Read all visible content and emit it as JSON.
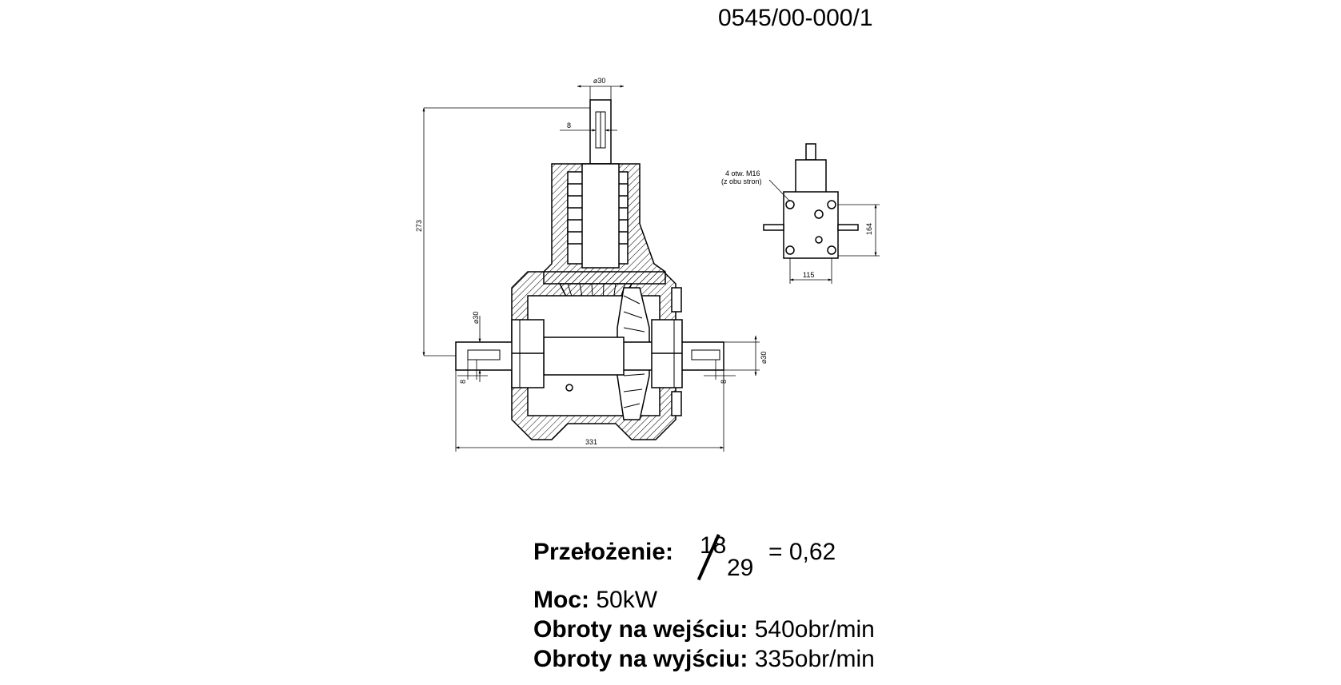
{
  "drawing_number": "0545/00-000/1",
  "dimensions": {
    "input_shaft_diameter": "⌀30",
    "input_key_width": "8",
    "height": "273",
    "left_shaft_diameter": "⌀30",
    "left_key_width": "8",
    "right_shaft_diameter": "⌀30",
    "right_key_width": "8",
    "overall_width": "331",
    "side_view_height": "164",
    "side_view_width": "115",
    "hole_note_line1": "4 otw. M16",
    "hole_note_line2": "(z obu stron)"
  },
  "specs": {
    "ratio_label": "Przełożenie:",
    "ratio_numerator": "18",
    "ratio_denominator": "29",
    "ratio_value": "= 0,62",
    "power_label": "Moc:",
    "power_value": "50kW",
    "input_speed_label": "Obroty na wejściu:",
    "input_speed_value": "540obr/min",
    "output_speed_label": "Obroty na wyjściu:",
    "output_speed_value": "335obr/min"
  },
  "colors": {
    "line": "#000000",
    "background": "#ffffff"
  }
}
